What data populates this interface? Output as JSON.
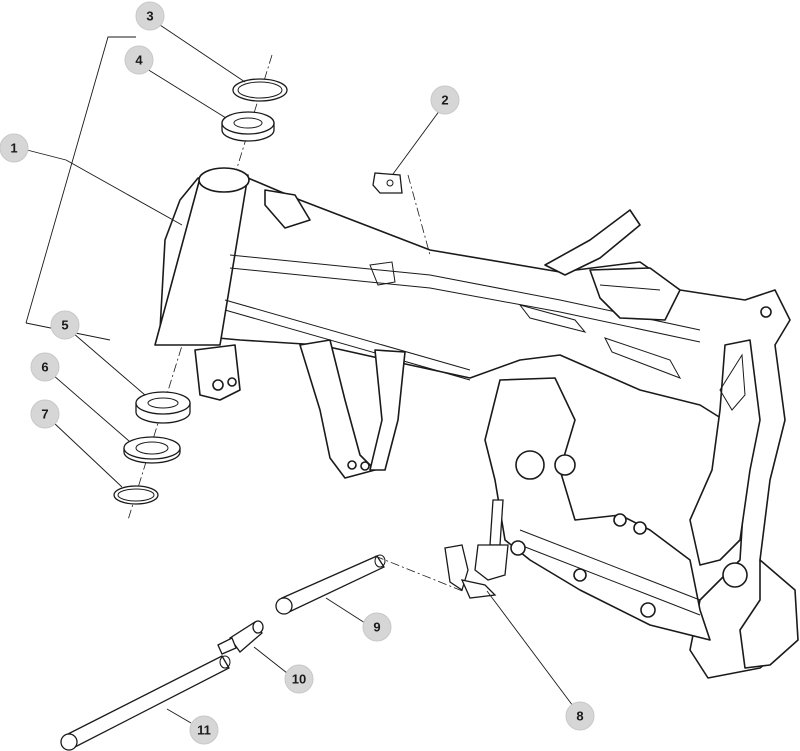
{
  "callouts": [
    {
      "id": "1",
      "label": "1"
    },
    {
      "id": "2",
      "label": "2"
    },
    {
      "id": "3",
      "label": "3"
    },
    {
      "id": "4",
      "label": "4"
    },
    {
      "id": "5",
      "label": "5"
    },
    {
      "id": "6",
      "label": "6"
    },
    {
      "id": "7",
      "label": "7"
    },
    {
      "id": "8",
      "label": "8"
    },
    {
      "id": "9",
      "label": "9"
    },
    {
      "id": "10",
      "label": "10"
    },
    {
      "id": "11",
      "label": "11"
    }
  ],
  "colors": {
    "line": "#1a1a1a",
    "callout_fill": "#d6d6d6",
    "background": "#ffffff"
  }
}
